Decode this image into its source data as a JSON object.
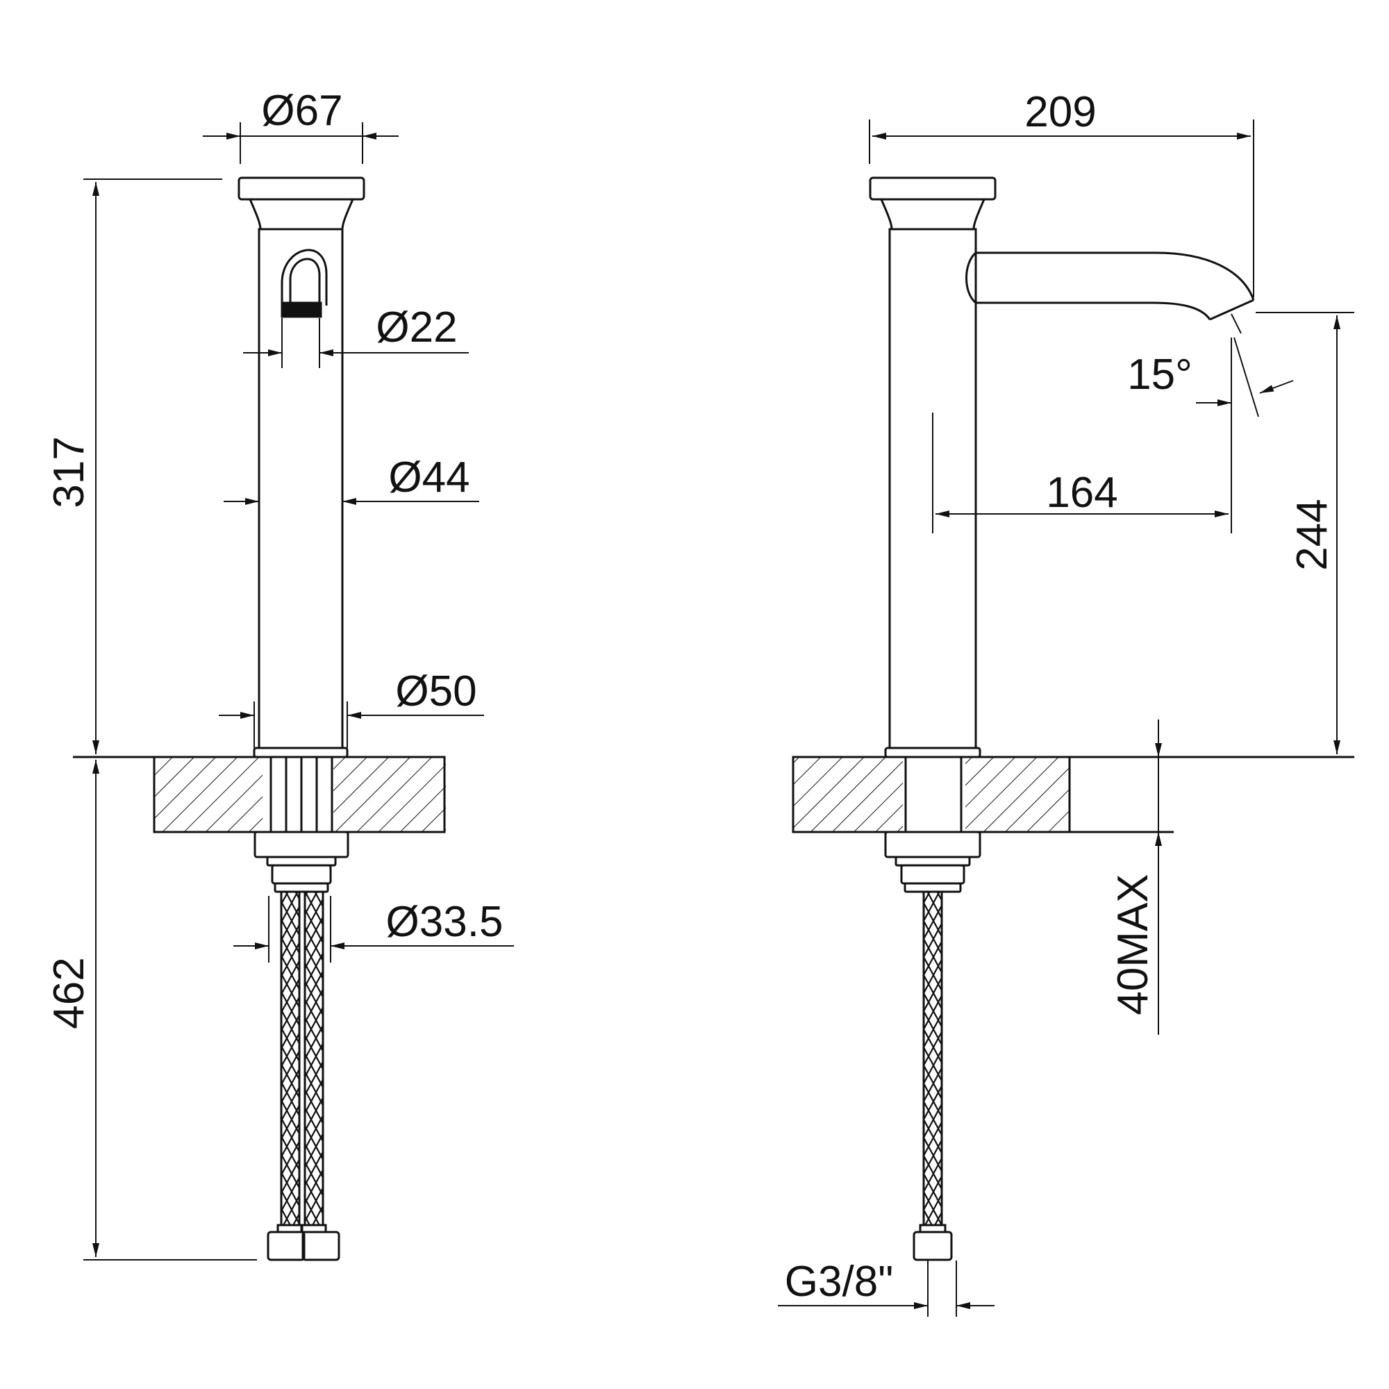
{
  "colors": {
    "line": "#111111",
    "background": "#ffffff"
  },
  "front_view": {
    "diameter_head": "Ø67",
    "diameter_spout": "Ø22",
    "diameter_body": "Ø44",
    "diameter_base": "Ø50",
    "diameter_hose": "Ø33.5",
    "height_above_deck": "317",
    "length_below_deck": "462"
  },
  "side_view": {
    "overall_reach": "209",
    "spout_reach": "164",
    "spout_height": "244",
    "spout_angle": "15°",
    "deck_thickness": "40MAX",
    "connection_thread": "G3/8\""
  }
}
